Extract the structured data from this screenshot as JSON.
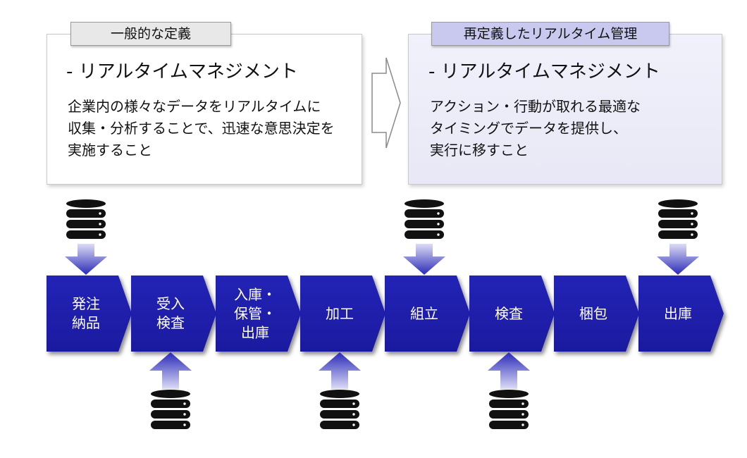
{
  "left_panel": {
    "tab": "一般的な定義",
    "heading": "- リアルタイムマネジメント",
    "description": "企業内の様々なデータをリアルタイムに\n収集・分析することで、迅速な意思決定を\n実施すること"
  },
  "right_panel": {
    "tab": "再定義したリアルタイム管理",
    "heading": "- リアルタイムマネジメント",
    "description": "アクション・行動が取れる最適な\nタイミングでデータを提供し、\n実行に移すこと"
  },
  "colors": {
    "step_fill": "#1a1aa0",
    "arrow_top": "#dcdcf6",
    "arrow_bottom": "#2a2ab8",
    "right_panel_bg": "#ececf8",
    "right_tab_bg": "#c9c9ef",
    "left_tab_bg": "#e8e8e8"
  },
  "process_steps": [
    {
      "label": "発注\n納品",
      "data_input": "top"
    },
    {
      "label": "受入\n検査",
      "data_input": "bottom"
    },
    {
      "label": "入庫・\n保管・\n出庫",
      "data_input": "none"
    },
    {
      "label": "加工",
      "data_input": "bottom"
    },
    {
      "label": "組立",
      "data_input": "top"
    },
    {
      "label": "検査",
      "data_input": "bottom"
    },
    {
      "label": "梱包",
      "data_input": "none"
    },
    {
      "label": "出庫",
      "data_input": "top"
    }
  ]
}
